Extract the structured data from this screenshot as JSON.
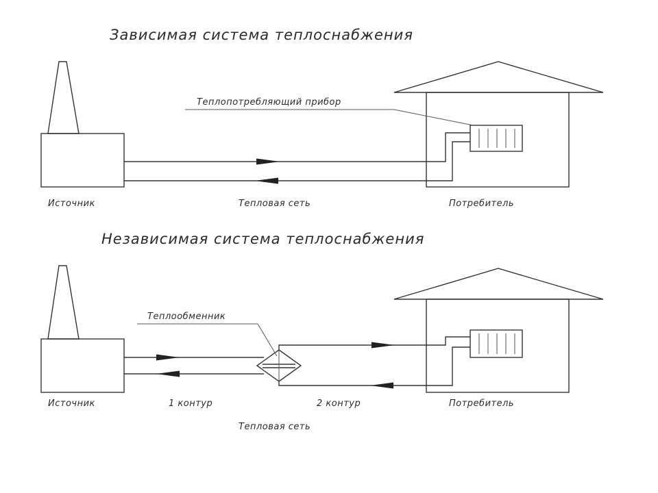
{
  "dependent": {
    "title": "Зависимая система теплоснабжения",
    "device_label": "Теплопотребляющий прибор",
    "source_label": "Источник",
    "network_label": "Тепловая сеть",
    "consumer_label": "Потребитель"
  },
  "independent": {
    "title": "Независимая система теплоснабжения",
    "exchanger_label": "Теплообменник",
    "source_label": "Источник",
    "loop1_label": "1 контур",
    "loop2_label": "2 контур",
    "consumer_label": "Потребитель",
    "network_label": "Тепловая сеть"
  },
  "colors": {
    "line": "#333333",
    "text": "#2a2a2a",
    "background": "#ffffff"
  }
}
